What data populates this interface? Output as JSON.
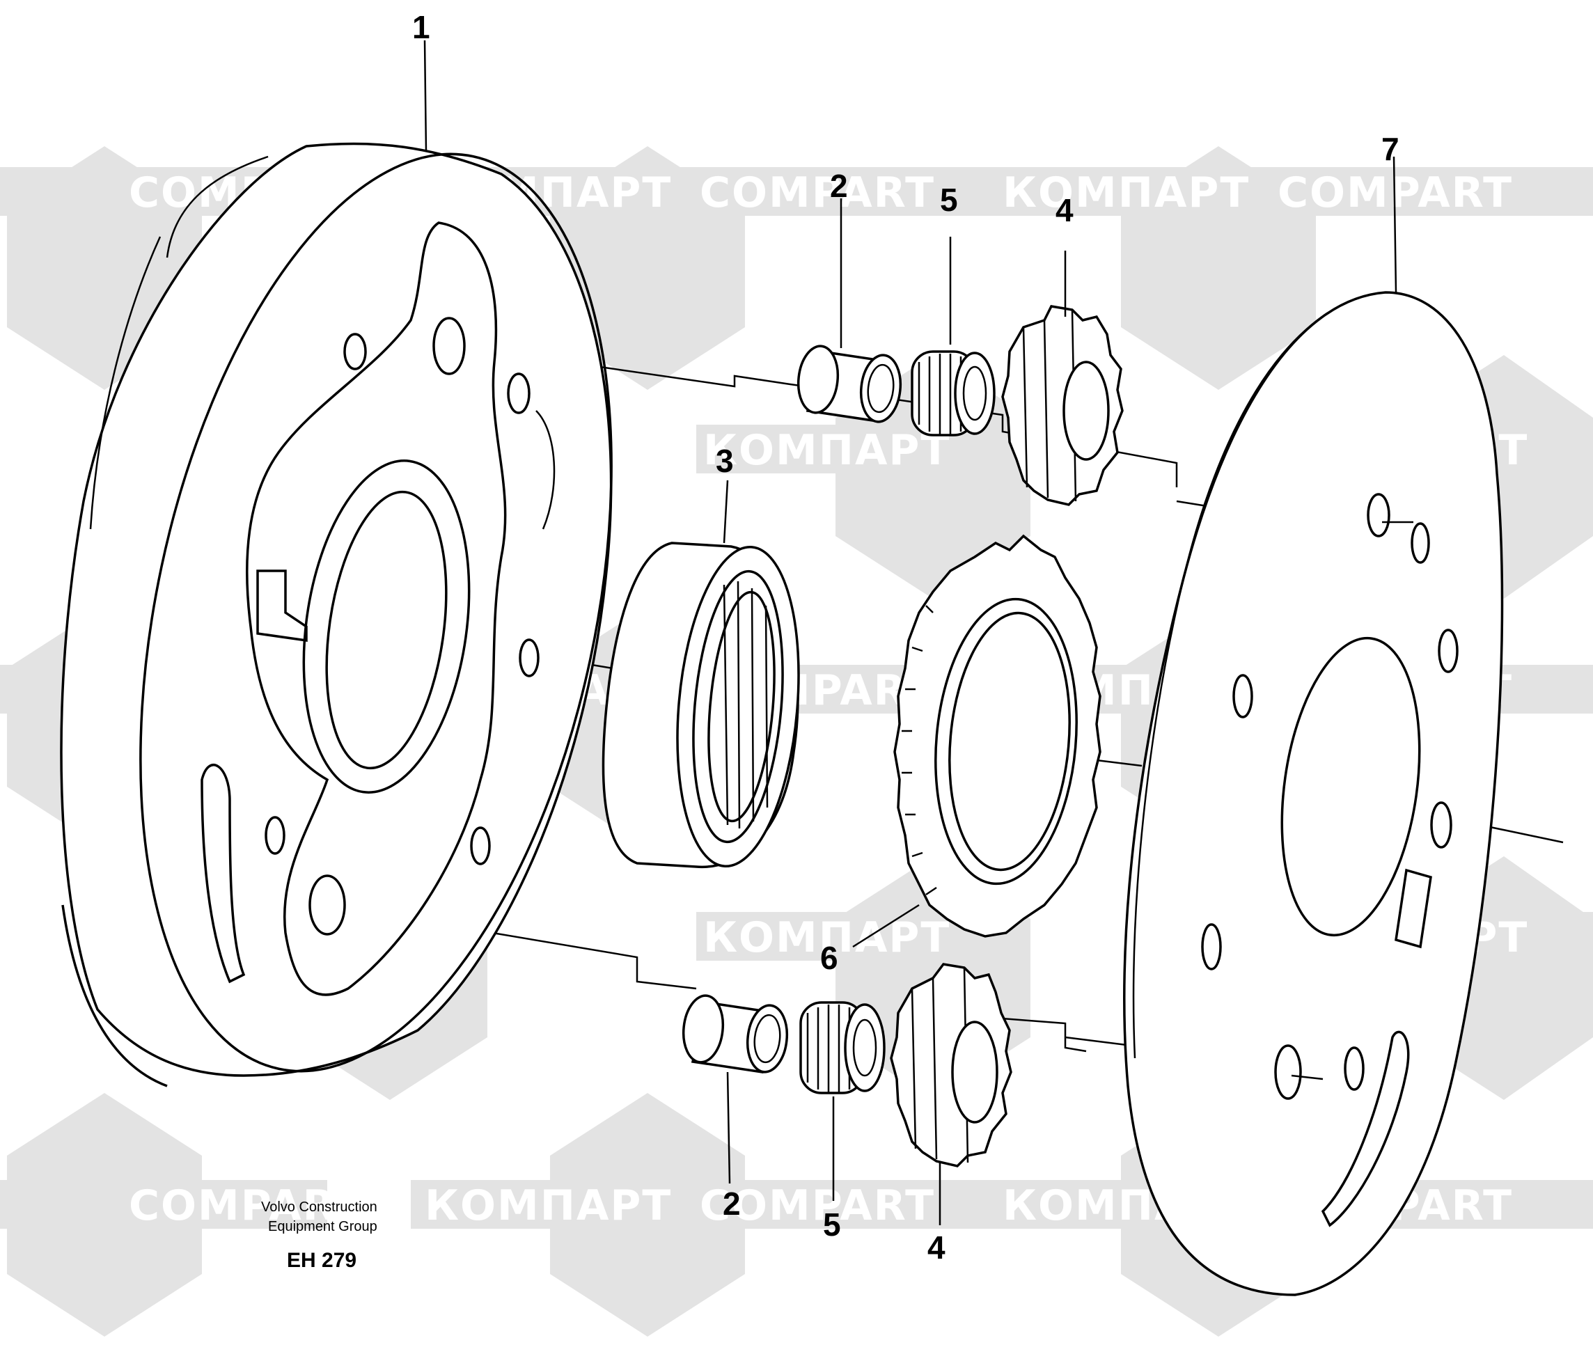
{
  "watermark": {
    "words": [
      "COMPART",
      "КОМПАРТ"
    ],
    "color_band": "#e3e3e3",
    "color_text": "#ffffff"
  },
  "callouts": {
    "part_1": "1",
    "part_2_top": "2",
    "part_2_bottom": "2",
    "part_3": "3",
    "part_4_top": "4",
    "part_4_bottom": "4",
    "part_5_top": "5",
    "part_5_bottom": "5",
    "part_6": "6",
    "part_7": "7"
  },
  "caption": {
    "line1": "Volvo Construction",
    "line2": "Equipment Group",
    "code": "EH 279"
  }
}
